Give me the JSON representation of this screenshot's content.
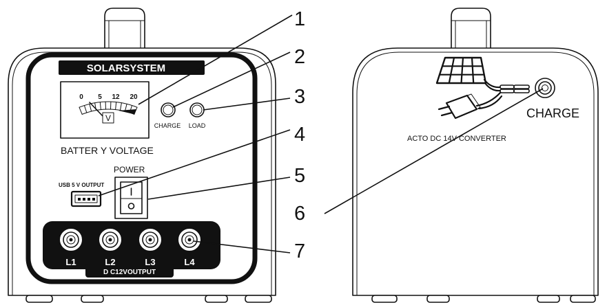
{
  "front": {
    "brand_label": "SOLARSYSTEM",
    "meter": {
      "scale_labels": [
        "0",
        "5",
        "12",
        "20"
      ],
      "unit": "V",
      "caption": "BATTER Y VOLTAGE"
    },
    "indicators": [
      {
        "label": "CHARGE"
      },
      {
        "label": "LOAD"
      }
    ],
    "power_switch": {
      "label": "POWER"
    },
    "usb_port": {
      "label": "USB 5 V OUTPUT"
    },
    "dc_outputs": {
      "ports": [
        "L1",
        "L2",
        "L3",
        "L4"
      ],
      "label": "D C12VOUTPUT"
    }
  },
  "back": {
    "charge_port": {
      "label": "CHARGE"
    },
    "converter_label": "ACTO DC 14V CONVERTER"
  },
  "callouts": [
    "1",
    "2",
    "3",
    "4",
    "5",
    "6",
    "7"
  ],
  "icons": {
    "meter": "voltmeter-icon",
    "indicator": "led-indicator-icon",
    "power": "rocker-switch-icon",
    "usb": "usb-port-icon",
    "dc_output": "dc-socket-icon",
    "solar_panel": "solar-panel-icon",
    "adapter": "ac-adapter-icon",
    "charge_port": "dc-charge-port-icon"
  },
  "colors": {
    "ink": "#111111",
    "background": "#ffffff"
  }
}
